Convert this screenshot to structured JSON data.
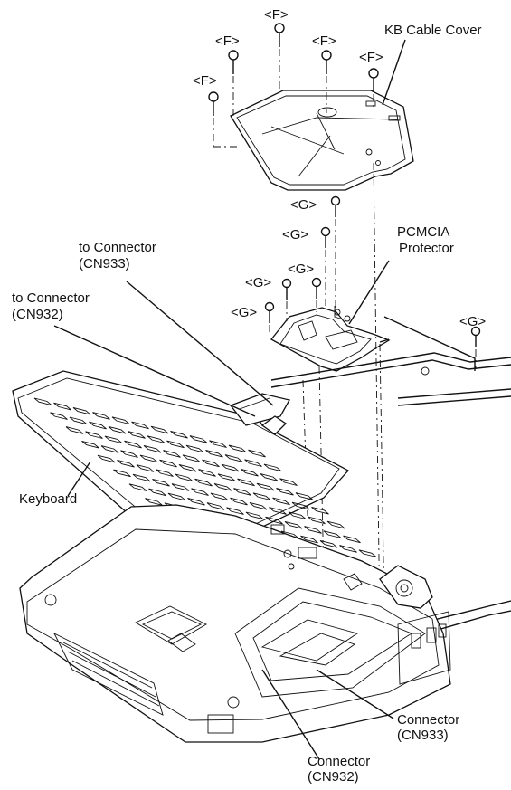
{
  "labels": {
    "f_screw": "<F>",
    "g_screw": "<G>",
    "kb_cable_cover": "KB Cable Cover",
    "pcmcia_line1": "PCMCIA",
    "pcmcia_line2": "Protector",
    "to_connector": "to Connector",
    "cn933_paren": "(CN933)",
    "cn932_paren": "(CN932)",
    "keyboard": "Keyboard",
    "connector": "Connector"
  }
}
